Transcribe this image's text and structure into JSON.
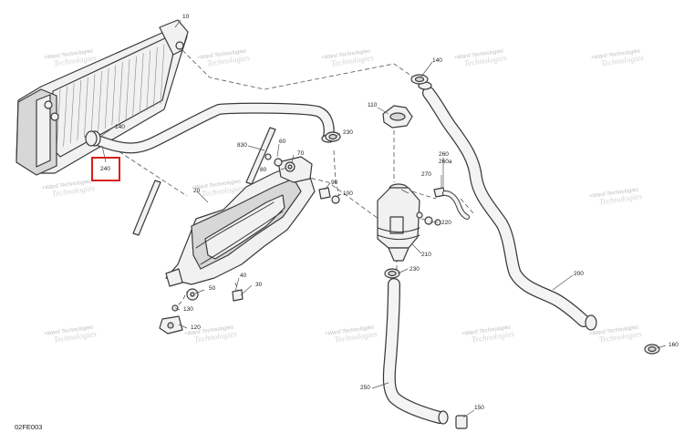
{
  "figure_code": "02FE003",
  "callouts": [
    {
      "id": "10",
      "label": "10"
    },
    {
      "id": "20",
      "label": "20"
    },
    {
      "id": "30",
      "label": "30"
    },
    {
      "id": "40",
      "label": "40"
    },
    {
      "id": "50",
      "label": "50"
    },
    {
      "id": "60",
      "label": "60"
    },
    {
      "id": "70",
      "label": "70"
    },
    {
      "id": "80",
      "label": "80"
    },
    {
      "id": "90",
      "label": "90"
    },
    {
      "id": "100",
      "label": "100"
    },
    {
      "id": "110",
      "label": "110"
    },
    {
      "id": "120",
      "label": "120"
    },
    {
      "id": "130",
      "label": "130"
    },
    {
      "id": "140a",
      "label": "140"
    },
    {
      "id": "140b",
      "label": "140"
    },
    {
      "id": "150",
      "label": "150"
    },
    {
      "id": "160",
      "label": "160"
    },
    {
      "id": "200",
      "label": "200"
    },
    {
      "id": "210",
      "label": "210"
    },
    {
      "id": "220",
      "label": "220"
    },
    {
      "id": "230a",
      "label": "230"
    },
    {
      "id": "230b",
      "label": "230"
    },
    {
      "id": "240",
      "label": "240"
    },
    {
      "id": "250",
      "label": "250"
    },
    {
      "id": "260",
      "label": "260"
    },
    {
      "id": "260a",
      "label": "260a"
    },
    {
      "id": "270",
      "label": "270"
    },
    {
      "id": "830",
      "label": "830"
    }
  ],
  "highlighted_callout": "240",
  "watermark": {
    "line1": "+Ward Technologies",
    "line2": "Technologies"
  },
  "colors": {
    "line": "#3a3a3a",
    "highlight": "#d62020",
    "watermark": "#bdbdbd"
  }
}
